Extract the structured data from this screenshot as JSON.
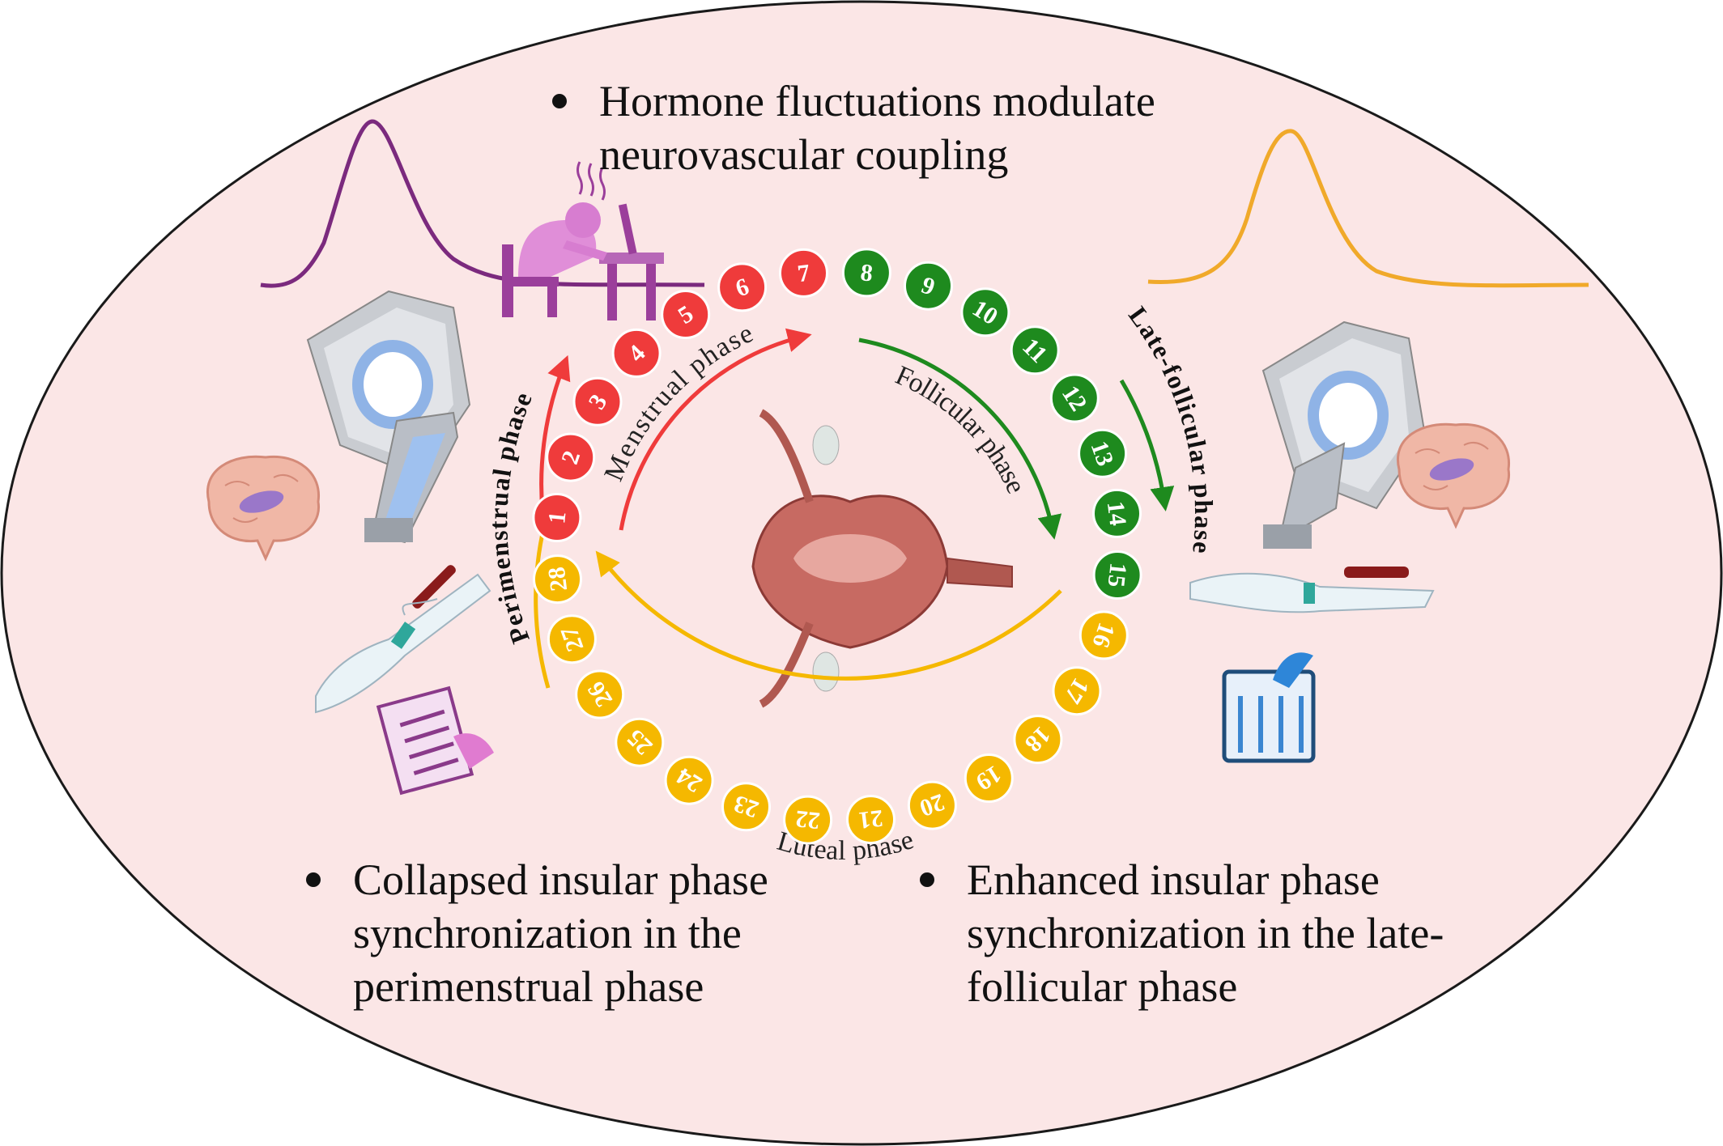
{
  "bullets": {
    "top": [
      "Hormone fluctuations modulate",
      "neurovascular coupling"
    ],
    "left": [
      "Collapsed insular phase",
      "synchronization in the",
      "perimenstrual phase"
    ],
    "right": [
      "Enhanced insular phase",
      "synchronization in the late-",
      "follicular phase"
    ]
  },
  "phases": {
    "menstrual": "Menstrual phase",
    "follicular": "Follicular phase",
    "luteal": "Luteal phase",
    "perimenstrual": "Perimenstrual phase",
    "late_follicular": "Late-follicular phase"
  },
  "cycle_days": [
    "1",
    "2",
    "3",
    "4",
    "5",
    "6",
    "7",
    "8",
    "9",
    "10",
    "11",
    "12",
    "13",
    "14",
    "15",
    "16",
    "17",
    "18",
    "19",
    "20",
    "21",
    "22",
    "23",
    "24",
    "25",
    "26",
    "27",
    "28"
  ],
  "colors": {
    "menstrual": "#ef3b3b",
    "follicular": "#1e8a1e",
    "luteal": "#f5b800",
    "background_ellipse": "#fbe6e6",
    "hormone_curve_left": "#7b2a7e",
    "hormone_curve_right": "#f0a92a"
  },
  "icons": [
    "mri-scanner-icon",
    "brain-icon",
    "blood-draw-arm-icon",
    "questionnaire-icon",
    "stressed-person-at-desk-icon",
    "uterus-icon"
  ]
}
